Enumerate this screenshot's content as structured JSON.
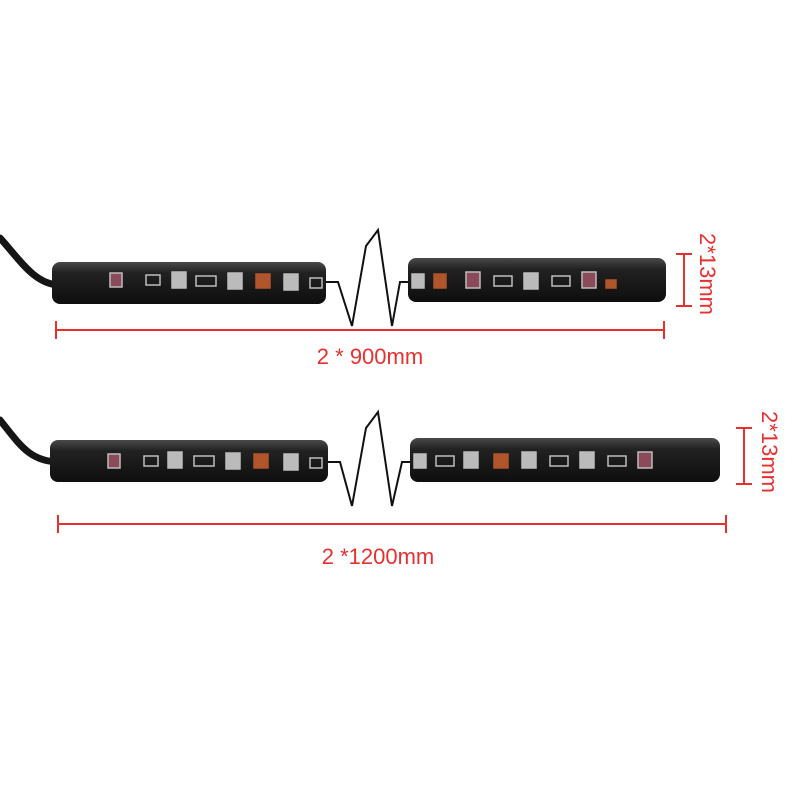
{
  "colors": {
    "dimension": "#e8302f",
    "strip_body": "#1b1b1b",
    "strip_highlight": "#3a3a3a",
    "cable": "#151515",
    "led_chip": "#c9c9c9",
    "break_line": "#111111",
    "background": "#ffffff"
  },
  "strips": [
    {
      "length_label": "2 * 900mm",
      "width_label": "2*13mm"
    },
    {
      "length_label": "2 *1200mm",
      "width_label": "2*13mm"
    }
  ]
}
